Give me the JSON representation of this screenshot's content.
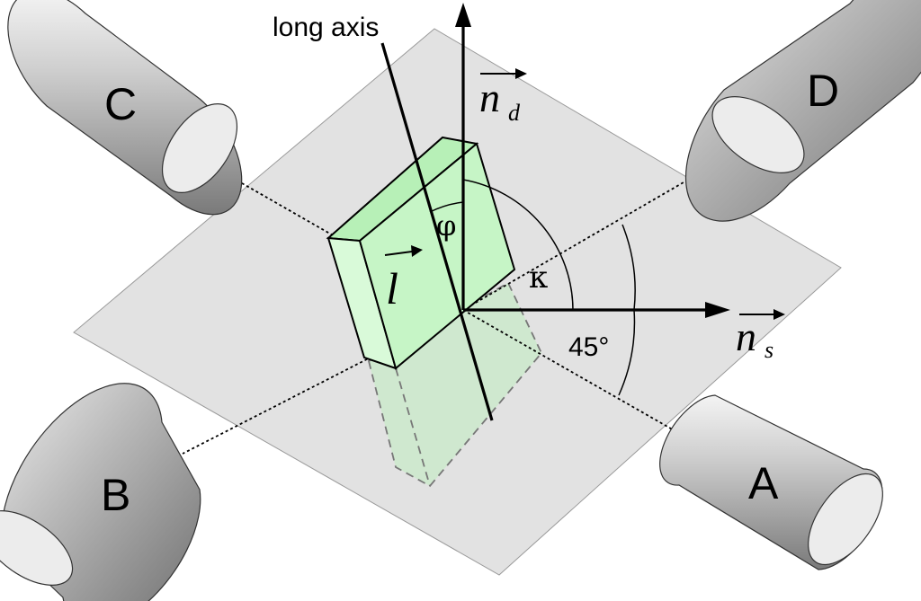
{
  "labels": {
    "long_axis": "long axis",
    "n_d_main": "n",
    "n_d_sub": "d",
    "n_s_main": "n",
    "n_s_sub": "s",
    "l_vector": "l",
    "phi": "φ",
    "kappa": "κ",
    "angle_45": "45°"
  },
  "detectors": {
    "a": "A",
    "b": "B",
    "c": "C",
    "d": "D"
  },
  "colors": {
    "plane": "#e2e2e2",
    "crystal_face": "#c6f5c6",
    "crystal_top": "#b7f0b7",
    "crystal_side": "#d9fad9",
    "crystal_shadow": "#cfe8cf",
    "detector_body": "#9a9a9a",
    "detector_face": "#ececec"
  }
}
